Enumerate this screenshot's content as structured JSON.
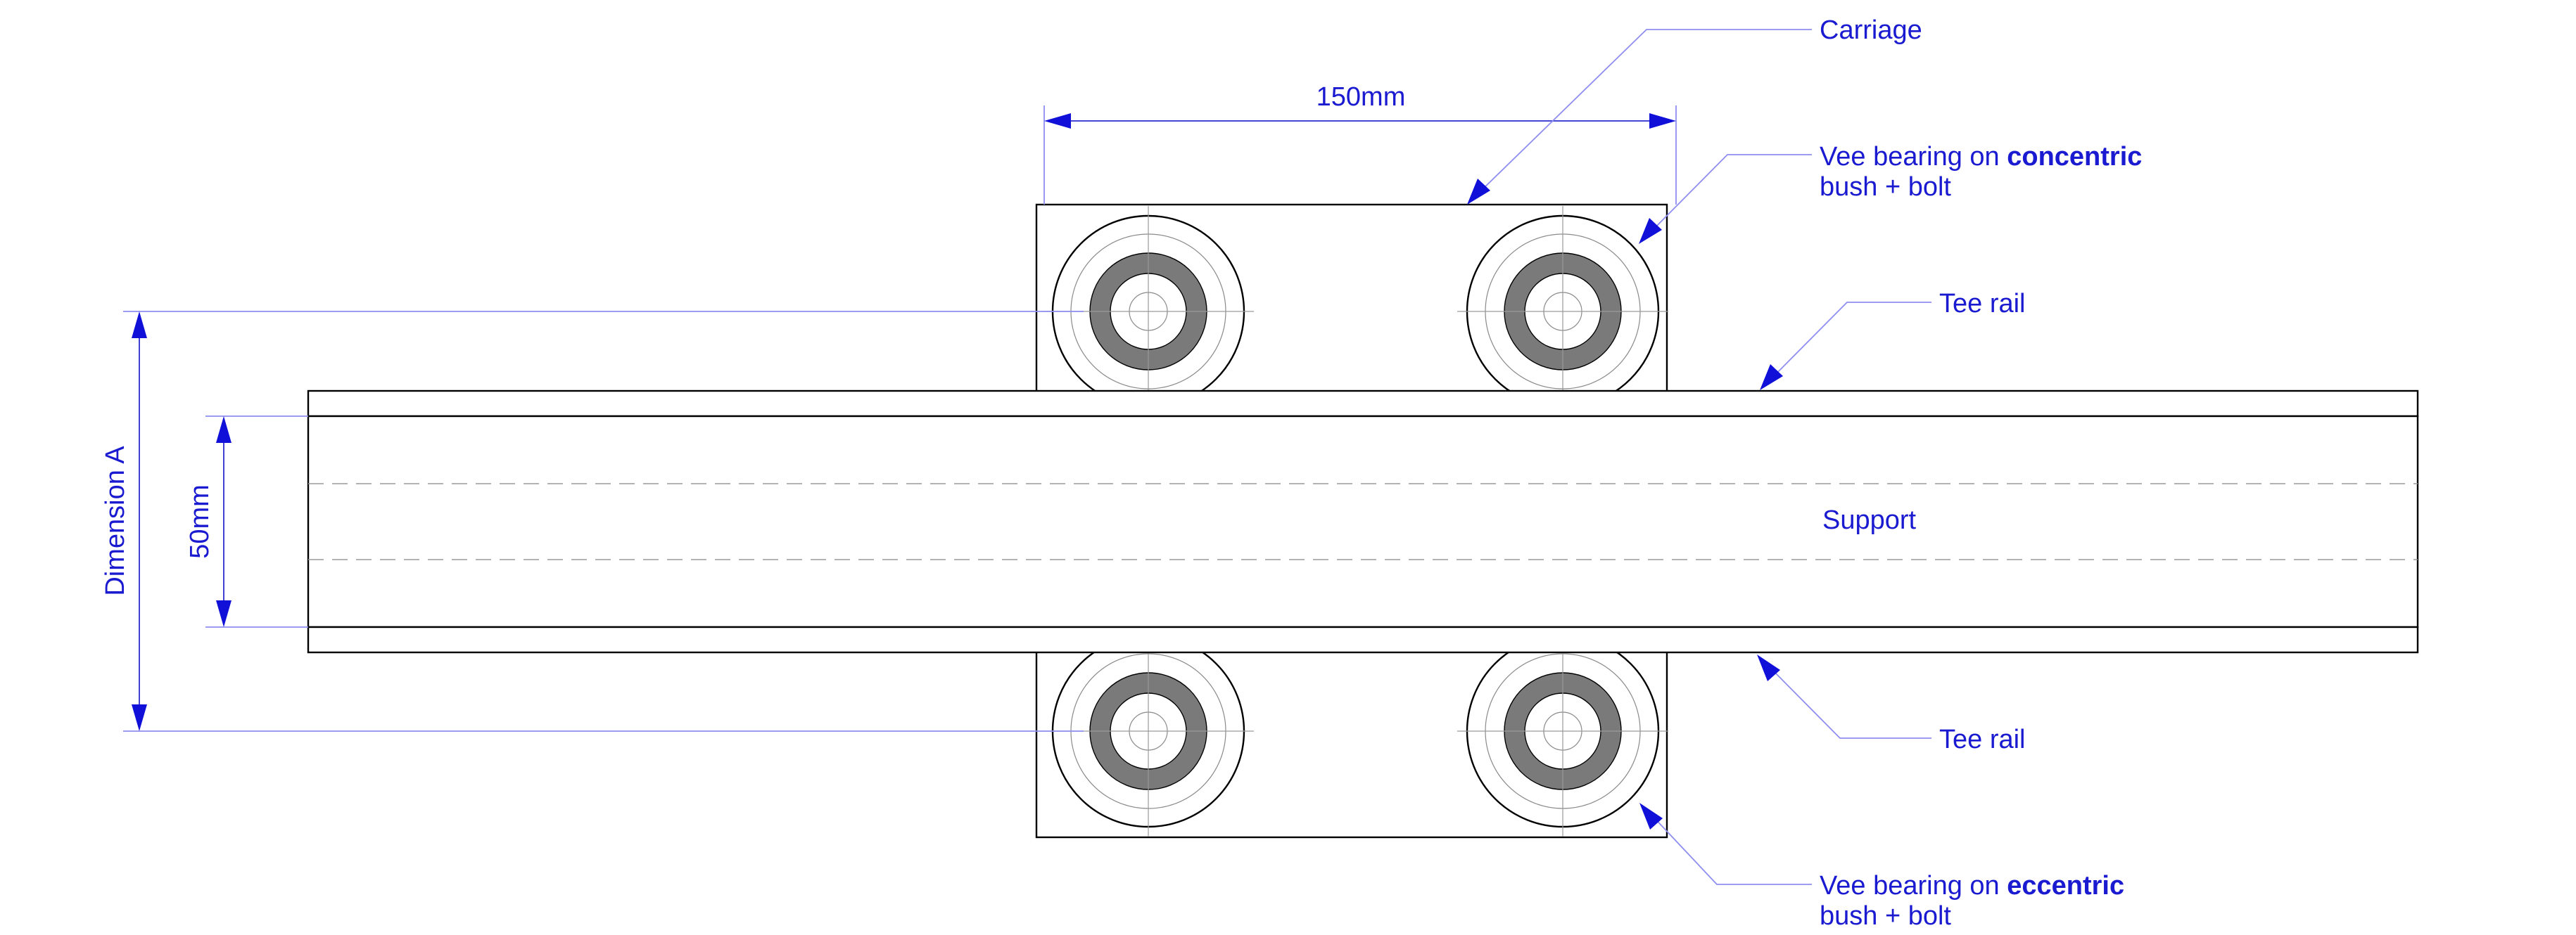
{
  "labels": {
    "carriage": "Carriage",
    "width_dimension": "150mm",
    "concentric_prefix": "Vee bearing on ",
    "concentric_bold": "concentric",
    "concentric_line2": "bush + bolt",
    "tee_rail_top": "Tee rail",
    "support": "Support",
    "tee_rail_bottom": "Tee rail",
    "eccentric_prefix": "Vee bearing on ",
    "eccentric_bold": "eccentric",
    "eccentric_line2": "bush + bolt",
    "dimension_a": "Dimension A",
    "support_height": "50mm"
  },
  "colors": {
    "annotation": "#1a1ad0",
    "leader": "#8e8ef0",
    "outline": "#000000",
    "bearing_ring": "#7a7a7a"
  }
}
